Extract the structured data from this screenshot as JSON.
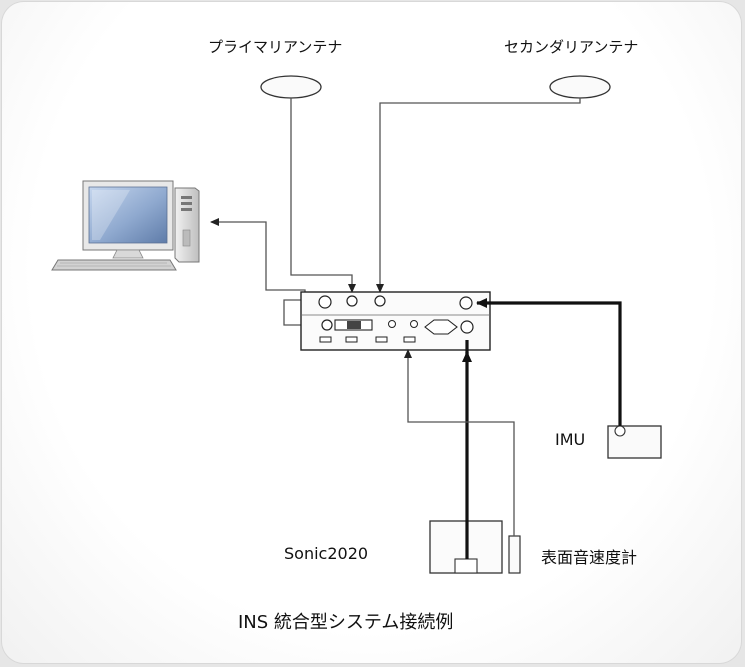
{
  "diagram": {
    "primary_antenna_label": "プライマリアンテナ",
    "secondary_antenna_label": "セカンダリアンテナ",
    "imu_label": "IMU",
    "sonic_label": "Sonic2020",
    "sound_velocity_meter_label": "表面音速度計",
    "caption": "INS 統合型システム接続例"
  },
  "colors": {
    "line": "#555555",
    "thick_line": "#111111",
    "background": "#ffffff"
  },
  "icons": [
    "computer-icon",
    "antenna-icon",
    "ins-unit-icon",
    "imu-box-icon",
    "sonic-unit-icon"
  ]
}
